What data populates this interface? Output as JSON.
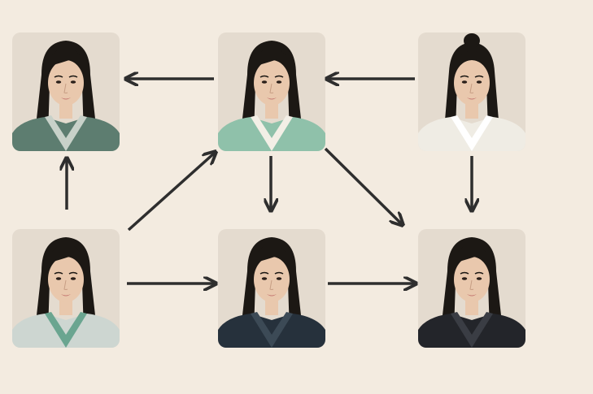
{
  "colors": {
    "background": "#f3ebe0",
    "card_background": "#e4dbcf",
    "arrow": "#2e2e2e",
    "skin": "#e9c8ad",
    "hair": "#1c1814",
    "lips": "#c67c74"
  },
  "nodes": [
    {
      "id": "top-left",
      "hanbok_color": "#5d7d70",
      "collar_color": "#c8d1c9",
      "hair_style": "long-loose"
    },
    {
      "id": "top-center",
      "hanbok_color": "#8fc1aa",
      "collar_color": "#f3efe6",
      "hair_style": "long-loose"
    },
    {
      "id": "top-right",
      "hanbok_color": "#efece4",
      "collar_color": "#ffffff",
      "hair_style": "topknot"
    },
    {
      "id": "bottom-left",
      "hanbok_color": "#cdd6d1",
      "collar_color": "#6aa590",
      "hair_style": "long-loose"
    },
    {
      "id": "bottom-center",
      "hanbok_color": "#26313c",
      "collar_color": "#3c4a56",
      "hair_style": "long-loose"
    },
    {
      "id": "bottom-right",
      "hanbok_color": "#23252a",
      "collar_color": "#3a3d44",
      "hair_style": "long-loose"
    }
  ],
  "edges": [
    {
      "from": "top-center",
      "to": "top-left"
    },
    {
      "from": "top-right",
      "to": "top-center"
    },
    {
      "from": "bottom-left",
      "to": "top-left"
    },
    {
      "from": "bottom-left",
      "to": "top-center"
    },
    {
      "from": "top-center",
      "to": "bottom-center"
    },
    {
      "from": "top-center",
      "to": "bottom-right"
    },
    {
      "from": "top-right",
      "to": "bottom-right"
    },
    {
      "from": "bottom-left",
      "to": "bottom-center"
    },
    {
      "from": "bottom-center",
      "to": "bottom-right"
    }
  ]
}
